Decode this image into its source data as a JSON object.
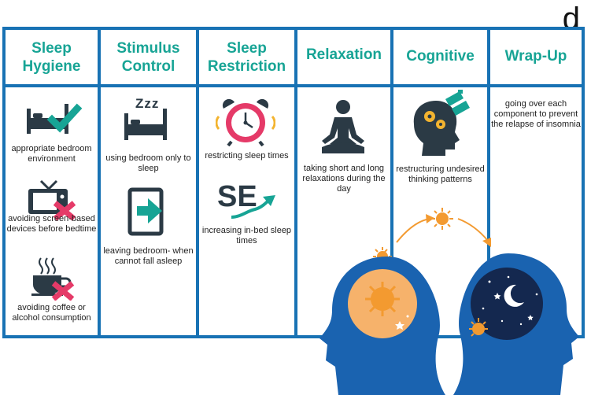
{
  "panel_label": "d",
  "columns": [
    {
      "title": "Sleep Hygiene"
    },
    {
      "title": "Stimulus Control"
    },
    {
      "title": "Sleep Restriction"
    },
    {
      "title": "Relaxation"
    },
    {
      "title": "Cognitive"
    },
    {
      "title": "Wrap-Up"
    }
  ],
  "items": {
    "bedroom_env": "appropriate bedroom environment",
    "screens": "avoiding screen-based devices before bedtime",
    "coffee": "avoiding coffee or alcohol consumption",
    "bed_only": "using bedroom only to sleep",
    "leaving": "leaving bedroom- when cannot fall asleep",
    "restrict": "restricting sleep times",
    "increase": "increasing in-bed sleep times",
    "relax": "taking short and long relaxations during the day",
    "restructure": "restructuring undesired thinking patterns",
    "wrapup": "going over each component to prevent the relapse of insomnia"
  },
  "icon_text": {
    "zzz": "Zzz",
    "se": "SE"
  },
  "colors": {
    "frame": "#1872b4",
    "header": "#17a495",
    "icon_dark": "#2b3a45",
    "check": "#17a495",
    "cross": "#e53a68",
    "sun": "#f39a30",
    "night": "#14284f",
    "head": "#1a63b0"
  }
}
